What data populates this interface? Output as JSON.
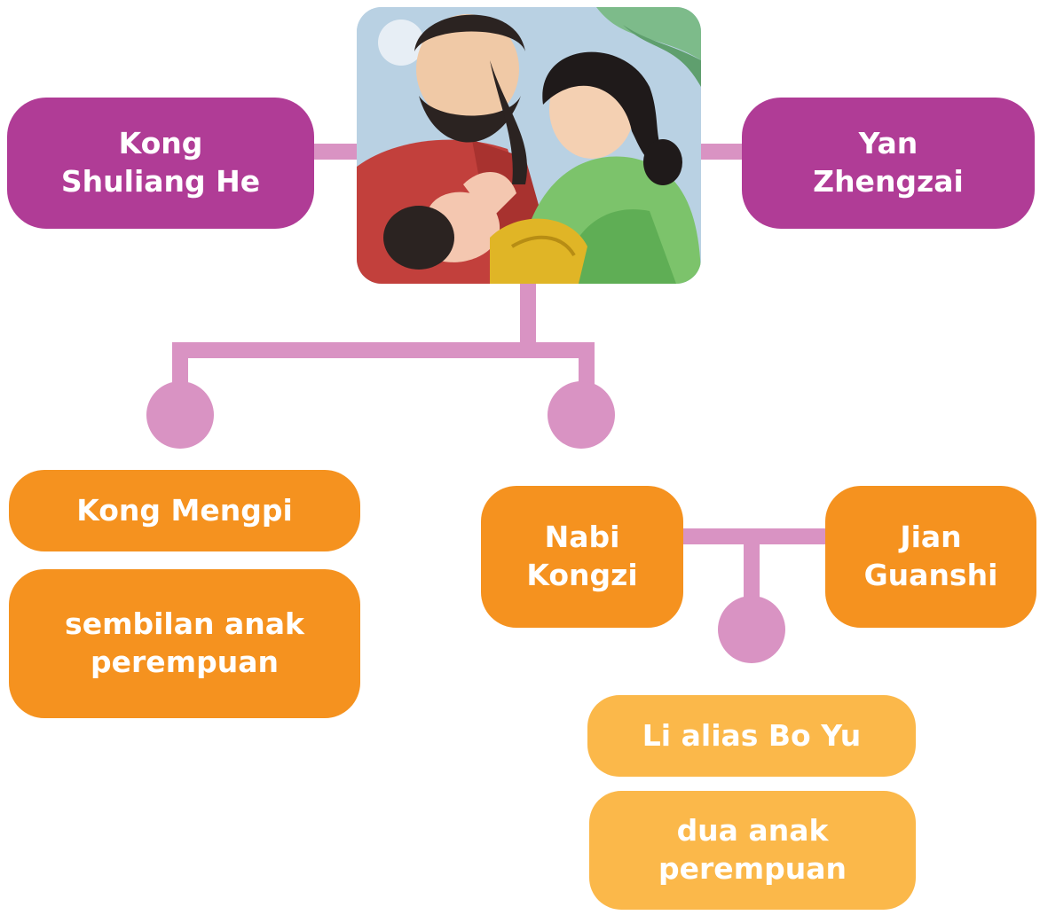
{
  "parents": {
    "father": "Kong\nShuliang He",
    "mother": "Yan\nZhengzai"
  },
  "illustration": {
    "alt": "Kong Shuliang He and Yan Zhengzai holding baby",
    "icon": "family-illustration"
  },
  "children_left": {
    "son": "Kong Mengpi",
    "daughters": "sembilan anak\nperempuan"
  },
  "children_right": {
    "son": "Nabi\nKongzi",
    "spouse": "Jian\nGuanshi"
  },
  "grandchildren": {
    "son": "Li alias Bo Yu",
    "daughters": "dua anak\nperempuan"
  },
  "colors": {
    "purple": "#b03c96",
    "orange": "#f5921f",
    "light_orange": "#fbb84a",
    "connector": "#d993c3"
  }
}
